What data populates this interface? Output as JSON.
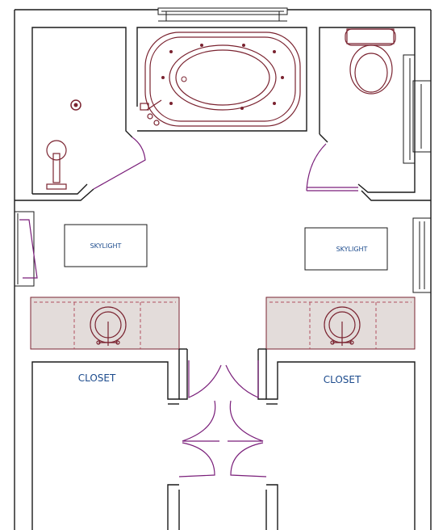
{
  "plan": {
    "rooms": {
      "skylight_left": "SKYLIGHT",
      "skylight_right": "SKYLIGHT",
      "closet_left": "CLOSET",
      "closet_right": "CLOSET"
    },
    "colors": {
      "wall": "#1a1a1a",
      "door": "#7a1f7a",
      "fixture": "#7a2330",
      "counter_fill": "#e3dcda",
      "label": "#1b4a8c"
    }
  }
}
